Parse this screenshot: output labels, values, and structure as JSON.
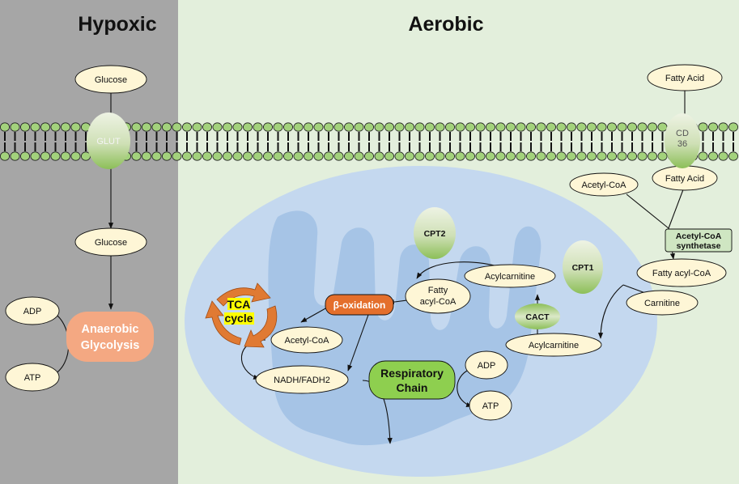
{
  "sections": {
    "hypoxic": "Hypoxic",
    "aerobic": "Aerobic"
  },
  "transporters": {
    "glut": "GLUT",
    "cd36_line1": "CD",
    "cd36_line2": "36",
    "cpt1": "CPT1",
    "cpt2": "CPT2",
    "cact": "CACT"
  },
  "hypoxic": {
    "glucose_outside": "Glucose",
    "glucose_inside": "Glucose",
    "adp": "ADP",
    "atp": "ATP",
    "glycolysis_line1": "Anaerobic",
    "glycolysis_line2": "Glycolysis"
  },
  "aerobic": {
    "fatty_acid_outside": "Fatty Acid",
    "fatty_acid_inside": "Fatty Acid",
    "acetyl_coa_cytosol": "Acetyl-CoA",
    "synthetase_line1": "Acetyl-CoA",
    "synthetase_line2": "synthetase",
    "fatty_acyl_coa_cytosol": "Fatty acyl-CoA",
    "carnitine": "Carnitine",
    "acylcarnitine_lower": "Acylcarnitine",
    "acylcarnitine_upper": "Acylcarnitine",
    "fatty_acyl_coa_mito_line1": "Fatty",
    "fatty_acyl_coa_mito_line2": "acyl-CoA",
    "beta_oxidation": "β-oxidation",
    "tca_line1": "TCA",
    "tca_line2": "cycle",
    "acetyl_coa_mito": "Acetyl-CoA",
    "nadh_fadh2": "NADH/FADH2",
    "respiratory_line1": "Respiratory",
    "respiratory_line2": "Chain",
    "adp": "ADP",
    "atp": "ATP"
  },
  "colors": {
    "hypoxic_bg": "#a6a6a6",
    "aerobic_bg": "#e3efdc",
    "node_fill": "#fef6d6",
    "mitochondrion": "#c4d8ef",
    "cristae": "#a6c4e6",
    "glycolysis": "#f4a882",
    "beta_oxidation": "#e46f2c",
    "respiratory_chain": "#8ecf4f",
    "tca_arrows": "#e07a33",
    "tca_highlight": "#ffff00",
    "membrane_head": "#a3d27c"
  }
}
